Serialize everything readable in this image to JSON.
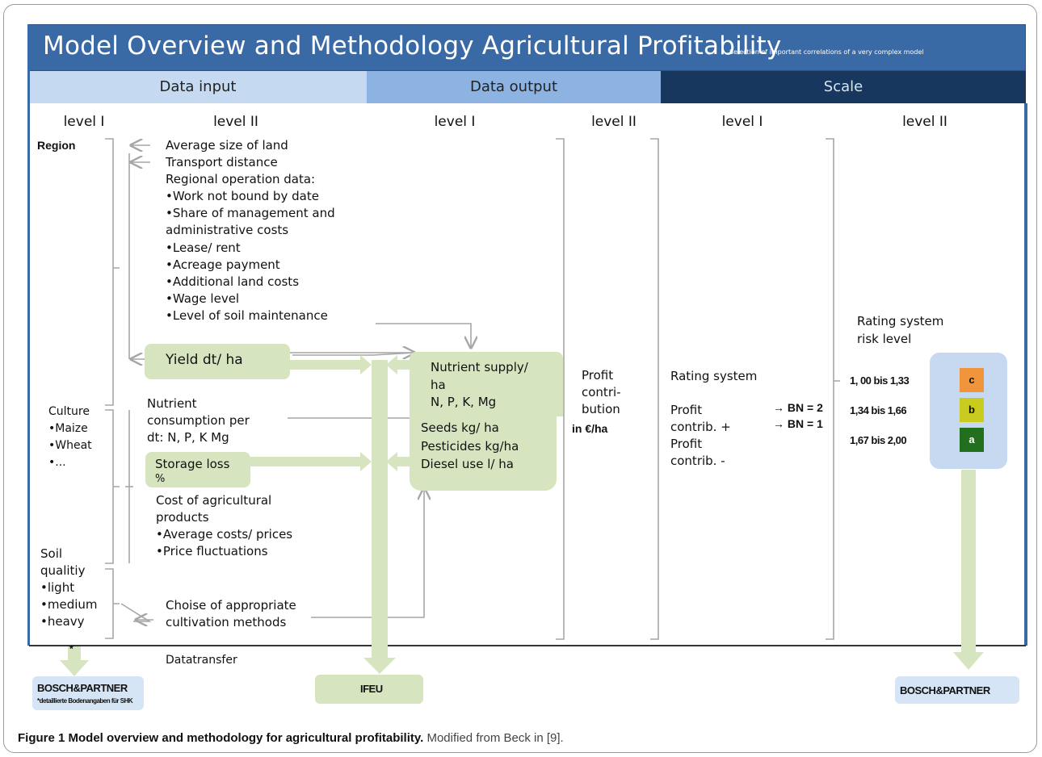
{
  "title": {
    "main": "Model Overview and Methodology Agricultural Profitability",
    "sub": "Selection of important correlations of a very complex model"
  },
  "headers": {
    "data_input": "Data input",
    "data_output": "Data output",
    "scale": "Scale"
  },
  "levels": [
    "level I",
    "level II",
    "level I",
    "level II",
    "level I",
    "level II"
  ],
  "input_level1": {
    "region": "Region",
    "culture": [
      "Culture",
      "•Maize",
      "•Wheat",
      "•..."
    ],
    "soil": [
      "Soil",
      "qualitiy",
      "•light",
      "•medium",
      "•heavy"
    ]
  },
  "input_level2": {
    "regional_list": [
      "Average size of land",
      "Transport distance",
      "Regional operation data:",
      "•Work not bound by date",
      "•Share of management and",
      "administrative costs",
      "•Lease/ rent",
      "•Acreage payment",
      "•Additional land costs",
      "•Wage level",
      "•Level of soil maintenance"
    ],
    "yield": "Yield dt/ ha",
    "nutrient_consumption": [
      "Nutrient",
      "consumption per",
      "dt:  N, P, K Mg"
    ],
    "storage_loss": [
      "Storage loss",
      "%"
    ],
    "cost_products": [
      "Cost of agricultural",
      "products",
      "•Average costs/ prices",
      "•Price fluctuations"
    ],
    "cultivation": [
      "Choise of appropriate",
      "cultivation methods"
    ]
  },
  "output_level1": {
    "nutrient_supply": [
      "Nutrient supply/",
      "ha",
      "N, P, K, Mg"
    ],
    "seeds": [
      "Seeds kg/ ha",
      "Pesticides kg/ha",
      "Diesel use l/ ha"
    ]
  },
  "output_level2": {
    "profit": [
      "Profit",
      "contri-",
      "bution"
    ],
    "unit": "in €/ha"
  },
  "scale_level1": {
    "rating_system": "Rating system",
    "profit_lines": [
      "Profit",
      "contrib. +",
      "Profit",
      "contrib. -"
    ],
    "bn": [
      "→ BN = 2",
      "→ BN = 1"
    ]
  },
  "scale_level2": {
    "rating_title": [
      "Rating system",
      "risk level"
    ],
    "ranges": [
      "1, 00 bis 1,33",
      "1,34 bis 1,66",
      "1,67 bis 2,00"
    ],
    "grades": [
      "c",
      "b",
      "a"
    ],
    "grade_colors": [
      "#f0953c",
      "#c9cc1e",
      "#22701e"
    ]
  },
  "footer": {
    "asterisk": "*",
    "datatransfer": "Datatransfer",
    "logo_left": "BOSCH&PARTNER",
    "logo_left_note": "*detaillierte Bodenangaben für SHK",
    "logo_center": "IFEU",
    "logo_right": "BOSCH&PARTNER"
  },
  "caption": {
    "bold": "Figure 1 Model overview and methodology for agricultural profitability.",
    "normal": " Modified from Beck in [9]."
  },
  "colors": {
    "title_bg": "#3a6aa5",
    "input_header": "#c5d9f1",
    "output_header": "#8db3e2",
    "scale_header": "#17375e",
    "green": "#d6e5bf",
    "light_blue": "#c6d9f1"
  }
}
